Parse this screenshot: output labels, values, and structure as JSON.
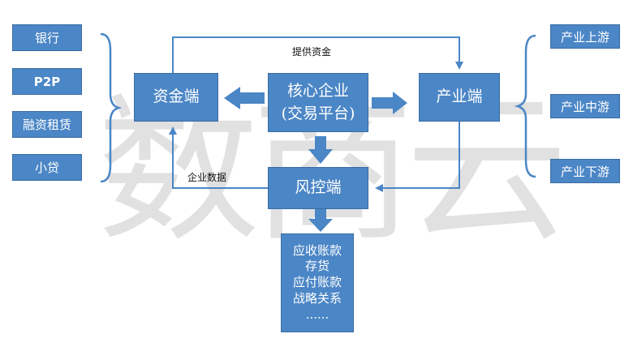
{
  "watermark": "数商云",
  "funders": [
    "银行",
    "P2P",
    "融资租赁",
    "小贷"
  ],
  "industry": [
    "产业上游",
    "产业中游",
    "产业下游"
  ],
  "nodes": {
    "capital": "资金端",
    "core_line1": "核心企业",
    "core_line2": "(交易平台)",
    "industry": "产业端",
    "risk": "风控端"
  },
  "edge_labels": {
    "provide_funds": "提供资金",
    "enterprise_data": "企业数据"
  },
  "risk_items": [
    "应收账款",
    "存货",
    "应付账款",
    "战略关系",
    "......"
  ],
  "colors": {
    "box": "#4b86c6",
    "line": "#4b86c6",
    "watermark": "#bdbdbd"
  }
}
